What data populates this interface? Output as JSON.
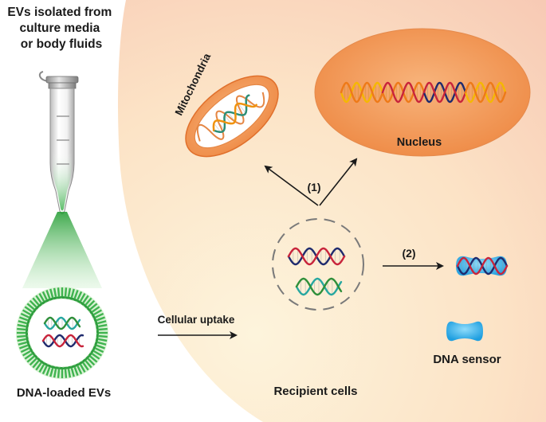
{
  "labels": {
    "source": [
      "EVs isolated from",
      "culture media",
      "or body fluids"
    ],
    "mitochondria": "Mitochondria",
    "nucleus": "Nucleus",
    "pathway1": "(1)",
    "pathway2": "(2)",
    "uptake": "Cellular uptake",
    "ev": "DNA-loaded EVs",
    "recipient": "Recipient cells",
    "sensor": "DNA sensor"
  },
  "colors": {
    "cell_inner": "#fdf4dc",
    "cell_outer": "#f7c9b4",
    "organelle": "#f39a5a",
    "organelle_dark": "#e0702c",
    "dna_yellow": "#f5b800",
    "dna_orange": "#ee7a18",
    "dna_red": "#c8243b",
    "dna_navy": "#1f2b6e",
    "dna_teal": "#27a7a0",
    "dna_green": "#2f8f3a",
    "dna_blue": "#2f8fd0",
    "ev_green": "#3fb34f",
    "sensor_blue": "#35b6ee"
  }
}
